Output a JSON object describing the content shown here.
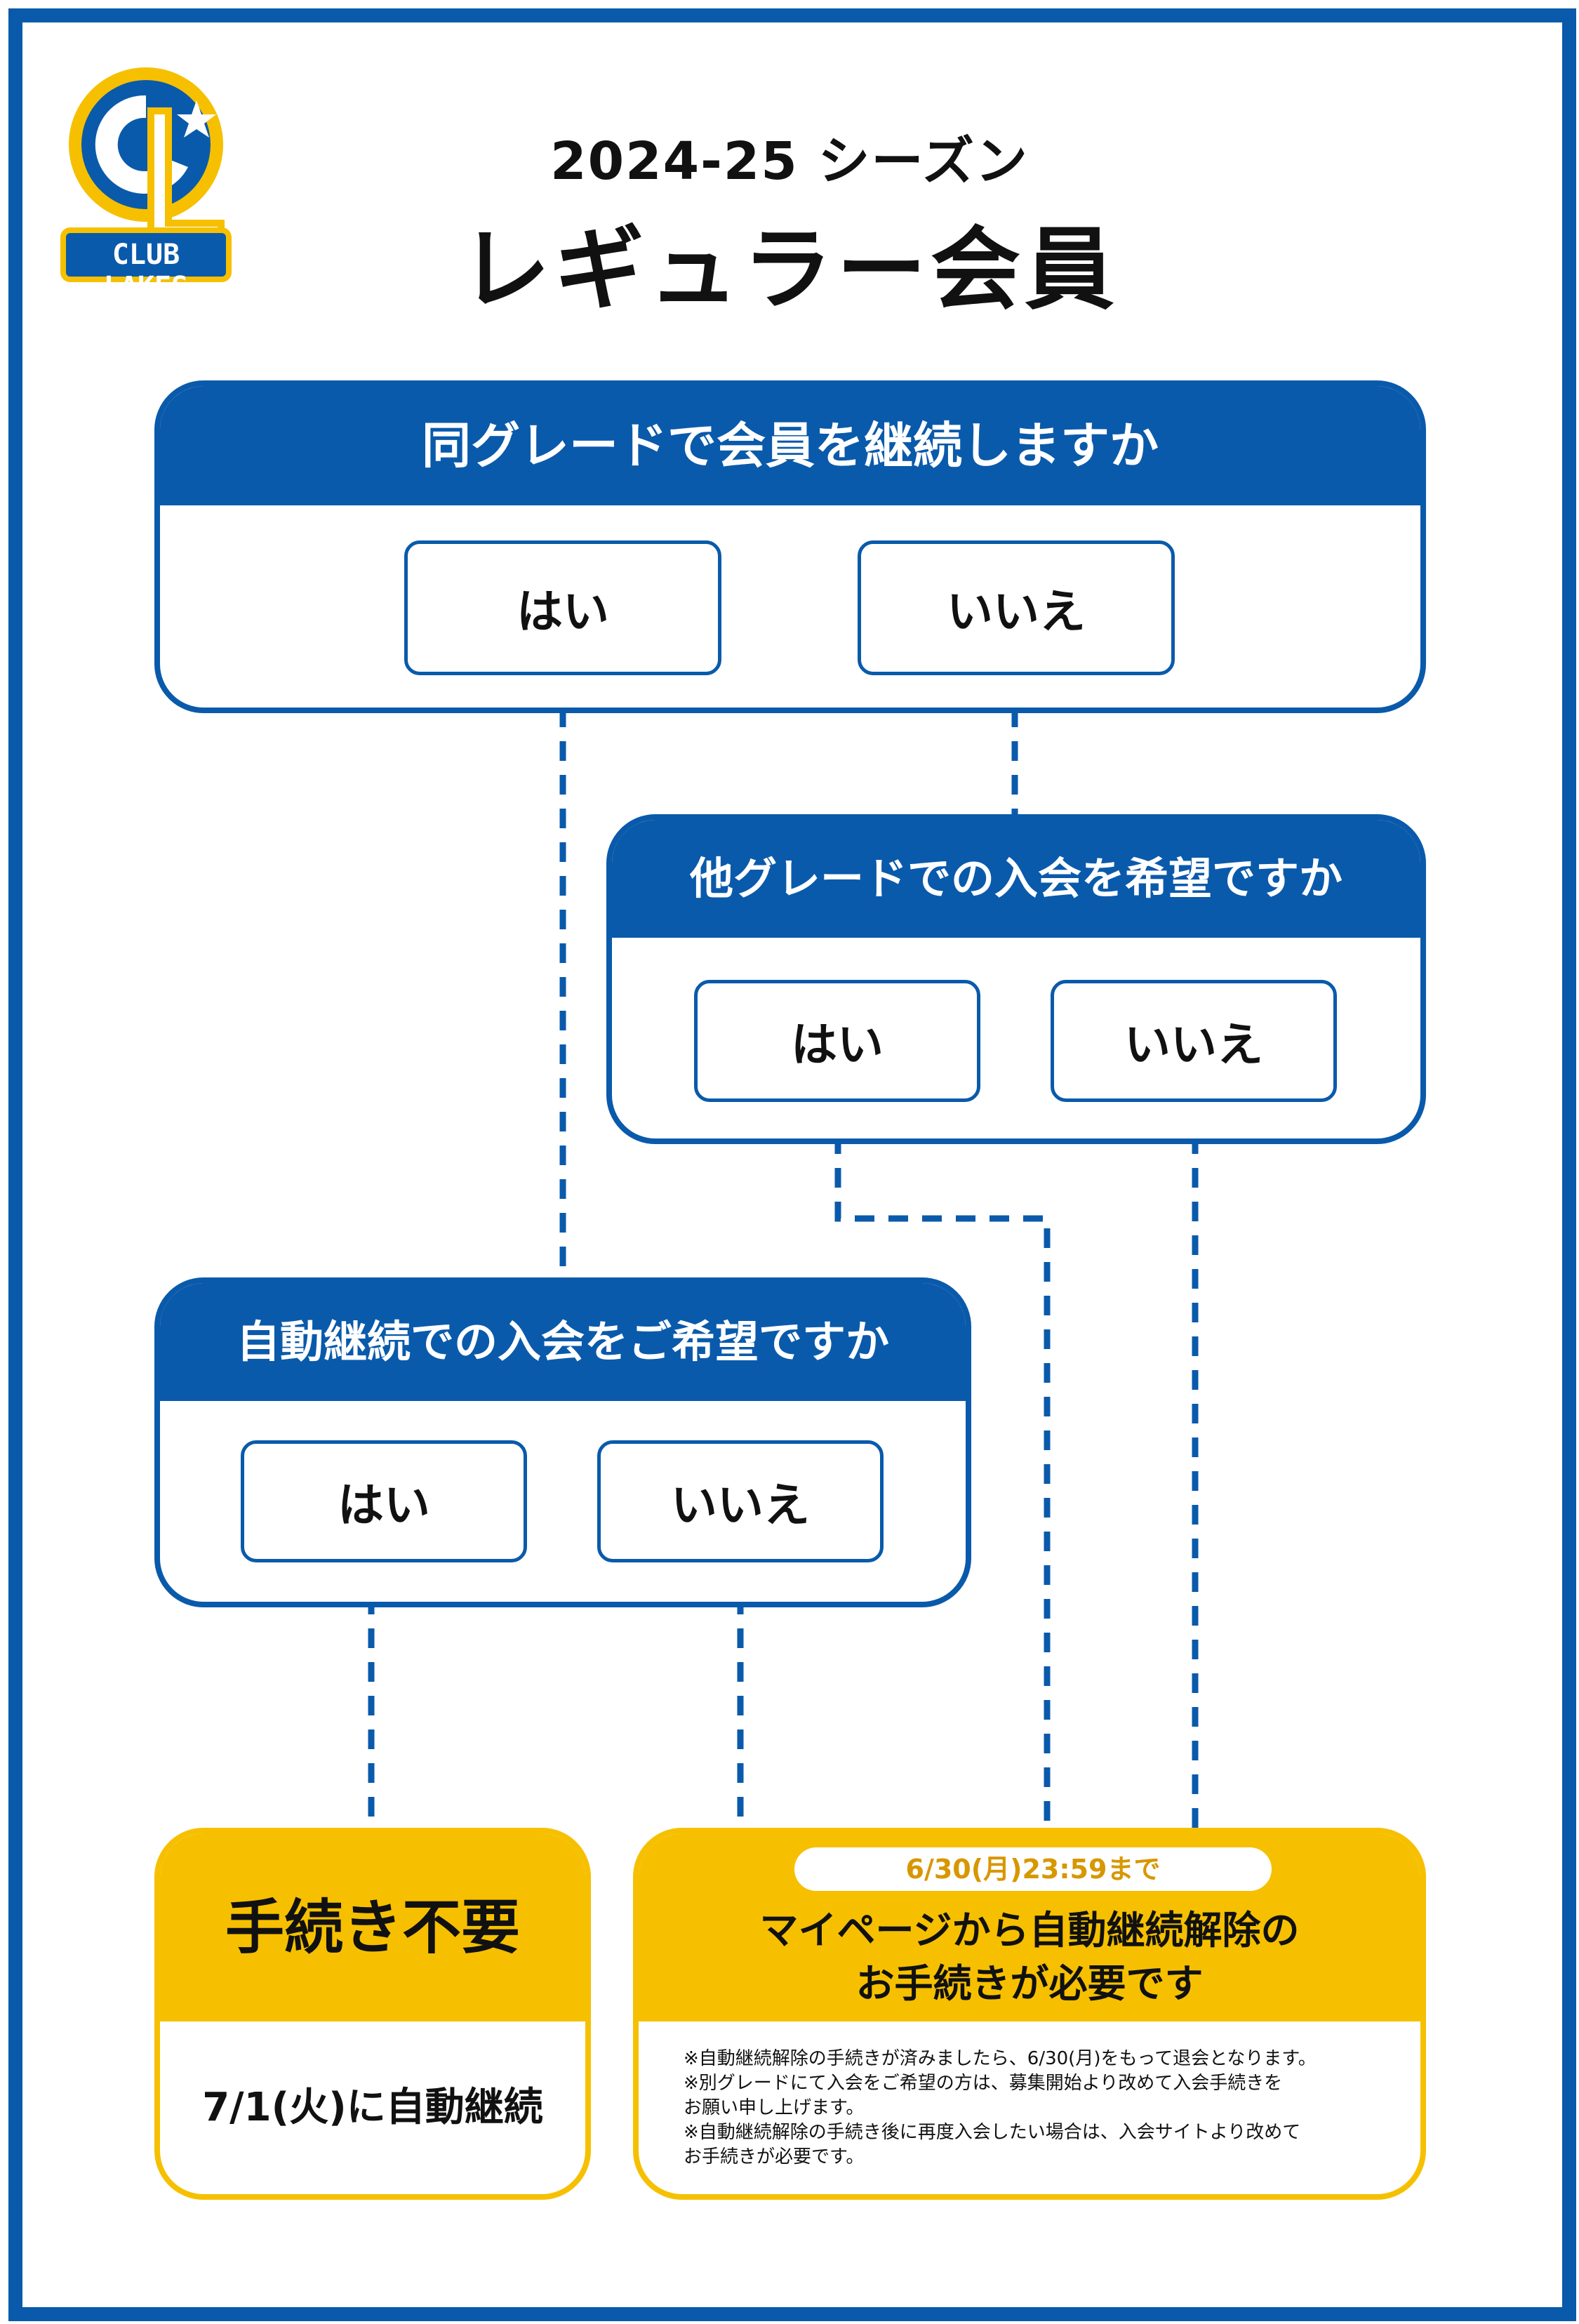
{
  "logo": {
    "text": "CLUB LAKES",
    "icon": "club-lakes-logo-icon",
    "colors": {
      "blue": "#0a5aab",
      "yellow": "#f6c000"
    }
  },
  "header": {
    "season": "2024-25 シーズン",
    "title": "レギュラー会員"
  },
  "q1": {
    "question": "同グレードで会員を継続しますか",
    "yes": "はい",
    "no": "いいえ"
  },
  "q2": {
    "question": "他グレードでの入会を希望ですか",
    "yes": "はい",
    "no": "いいえ"
  },
  "q3": {
    "question": "自動継続での入会をご希望ですか",
    "yes": "はい",
    "no": "いいえ"
  },
  "result1": {
    "title": "手続き不要",
    "detail": "7/1(火)に自動継続"
  },
  "result2": {
    "deadline": "6/30(月)23:59まで",
    "title_line1": "マイページから自動継続解除の",
    "title_line2": "お手続きが必要です",
    "notes": [
      "※自動継続解除の手続きが済みましたら、6/30(月)をもって退会となります。",
      "※別グレードにて入会をご希望の方は、募集開始より改めて入会手続きを",
      "お願い申し上げます。",
      "※自動継続解除の手続き後に再度入会したい場合は、入会サイトより改めて",
      "お手続きが必要です。"
    ]
  }
}
